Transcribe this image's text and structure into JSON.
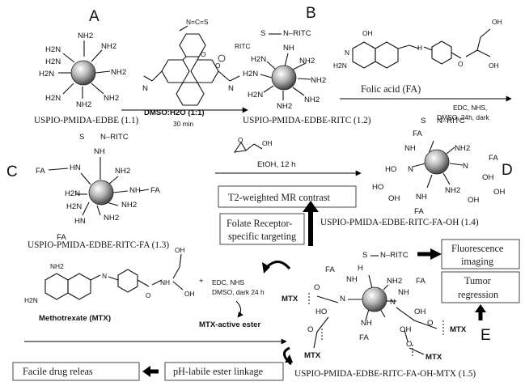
{
  "stage_labels": {
    "a": "A",
    "b": "B",
    "c": "C",
    "d": "D",
    "e": "E"
  },
  "captions": {
    "c11": "USPIO-PMIDA-EDBE (1.1)",
    "c12": "USPIO-PMIDA-EDBE-RITC (1.2)",
    "c13": "USPIO-PMIDA-EDBE-RITC-FA (1.3)",
    "c14": "USPIO-PMIDA-EDBE-RITC-FA-OH (1.4)",
    "c15": "USPIO-PMIDA-EDBE-RITC-FA-OH-MTX (1.5)"
  },
  "groups": {
    "nh2": "NH2",
    "h2n": "H2N",
    "nh": "NH",
    "hn": "HN",
    "fa": "FA",
    "ho": "HO",
    "oh": "OH",
    "mtx": "MTX",
    "n": "N",
    "s": "S",
    "o": "O",
    "nritc": "N–RITC",
    "h": "H"
  },
  "reagents": {
    "ritc": "RITC",
    "solvent": "DMSO:H2O (1:1)",
    "time": "30 min",
    "folic_acid": "Folic acid (FA)",
    "fa_conditions_1": "EDC, NHS,",
    "fa_conditions_2": "DMSO, 24h, dark",
    "etoh": "EtOH, 12 h",
    "methotrexate": "Methotrexate (MTX)",
    "mtx_conditions_1": "EDC, NHS",
    "mtx_conditions_2": "DMSO, dark 24 h",
    "active_ester": "MTX-active ester",
    "plus": "+",
    "iso": "N=C=S",
    "oh_glycidol": "OH"
  },
  "boxes": {
    "mr": "T2-weighted MR contrast",
    "folate_1": "Folate Receptor-",
    "folate_2": "specific targeting",
    "fluor_1": "Fluorescence",
    "fluor_2": "imaging",
    "tumor_1": "Tumor",
    "tumor_2": "regression",
    "ester": "pH-labile ester linkage",
    "release": "Facile drug releas"
  }
}
